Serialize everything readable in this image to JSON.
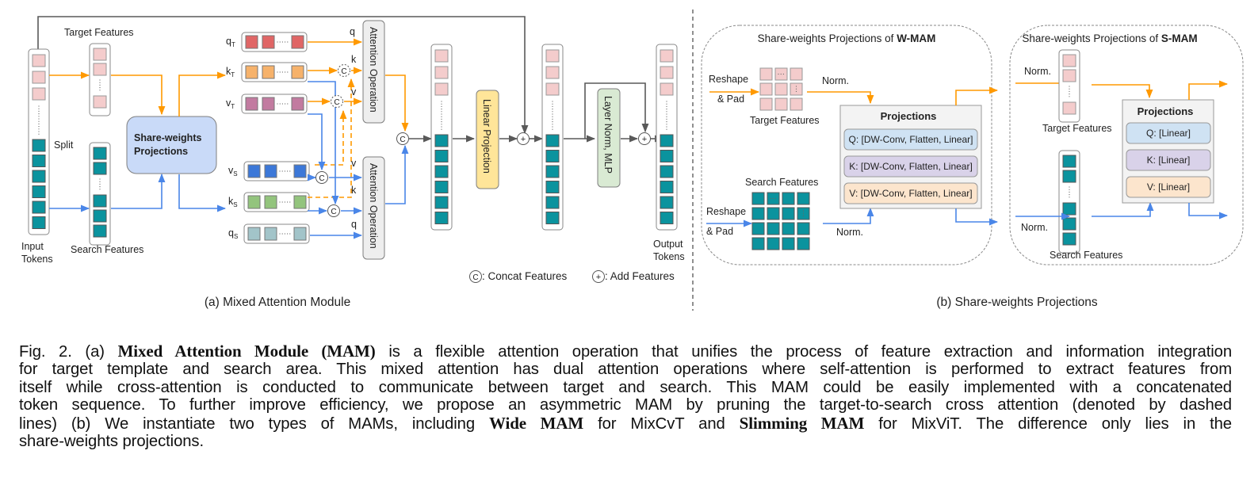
{
  "figure": {
    "panel_a": {
      "caption": "(a) Mixed Attention Module",
      "labels": {
        "target_features": "Target Features",
        "search_features": "Search Features",
        "split": "Split",
        "input_tokens_1": "Input",
        "input_tokens_2": "Tokens",
        "output_tokens_1": "Output",
        "output_tokens_2": "Tokens",
        "share_weights_1": "Share-weights",
        "share_weights_2": "Projections",
        "attention_op": "Attention Operation",
        "linear_projection": "Linear Projection",
        "layer_norm_mlp": "Layer Norm, MLP"
      },
      "rows": [
        {
          "id": "qT",
          "base": "q",
          "sub": "T",
          "color": "#e06666"
        },
        {
          "id": "kT",
          "base": "k",
          "sub": "T",
          "color": "#f6b26b"
        },
        {
          "id": "vT",
          "base": "v",
          "sub": "T",
          "color": "#c27ba0"
        },
        {
          "id": "vS",
          "base": "v",
          "sub": "S",
          "color": "#3c78d8"
        },
        {
          "id": "kS",
          "base": "k",
          "sub": "S",
          "color": "#93c47d"
        },
        {
          "id": "qS",
          "base": "q",
          "sub": "S",
          "color": "#a2c4c9"
        }
      ],
      "arrow_labels": {
        "q": "q",
        "k": "k",
        "v": "v"
      },
      "legend": {
        "concat_symbol": "C",
        "concat_label": ": Concat Features",
        "add_symbol": "+",
        "add_label": ": Add Features"
      }
    },
    "panel_b": {
      "caption": "(b) Share-weights Projections",
      "w_mam": {
        "title_prefix": "Share-weights Projections of ",
        "title_bold": "W-MAM",
        "reshape": "Reshape",
        "pad": "& Pad",
        "norm": "Norm.",
        "target_features": "Target Features",
        "search_features": "Search Features",
        "projections_title": "Projections",
        "q": "Q: [DW-Conv, Flatten, Linear]",
        "k": "K: [DW-Conv, Flatten, Linear]",
        "v": "V: [DW-Conv, Flatten, Linear]"
      },
      "s_mam": {
        "title_prefix": "Share-weights Projections of ",
        "title_bold": "S-MAM",
        "norm": "Norm.",
        "target_features": "Target Features",
        "search_features": "Search Features",
        "projections_title": "Projections",
        "q": "Q: [Linear]",
        "k": "K: [Linear]",
        "v": "V: [Linear]"
      }
    },
    "colors": {
      "target_token": "#f4cccc",
      "search_token": "#0b939e",
      "target_arrow": "#ff9900",
      "search_arrow": "#4a86e8",
      "gray_line": "#595959",
      "share_weights_fill": "#c9daf8",
      "attention_fill": "#eeeeee",
      "linear_proj_fill": "#ffe599",
      "mlp_fill": "#d9ead3",
      "q_fill": "#cfe2f3",
      "k_fill": "#d9d2e9",
      "v_fill": "#fce5cd"
    }
  },
  "caption": {
    "lines": [
      [
        {
          "t": "Fig. 2. (a) "
        },
        {
          "t": "Mixed Attention Module (MAM)",
          "b": true
        },
        {
          "t": " is a flexible attention operation that unifies the process of feature extraction and information integration"
        }
      ],
      [
        {
          "t": "for target template and search area. This mixed attention has dual attention operations where self-attention is performed to extract features from"
        }
      ],
      [
        {
          "t": "itself while cross-attention is conducted to communicate between target and search. This MAM could be easily implemented with a concatenated"
        }
      ],
      [
        {
          "t": "token sequence. To further improve efficiency, we propose an asymmetric MAM by pruning the target-to-search cross attention (denoted by dashed"
        }
      ],
      [
        {
          "t": "lines) (b) We instantiate two types of MAMs, including "
        },
        {
          "t": "Wide MAM",
          "b": true
        },
        {
          "t": " for MixCvT and "
        },
        {
          "t": "Slimming MAM",
          "b": true
        },
        {
          "t": " for MixViT. The difference only lies in the"
        }
      ],
      [
        {
          "t": "share-weights projections."
        }
      ]
    ]
  }
}
